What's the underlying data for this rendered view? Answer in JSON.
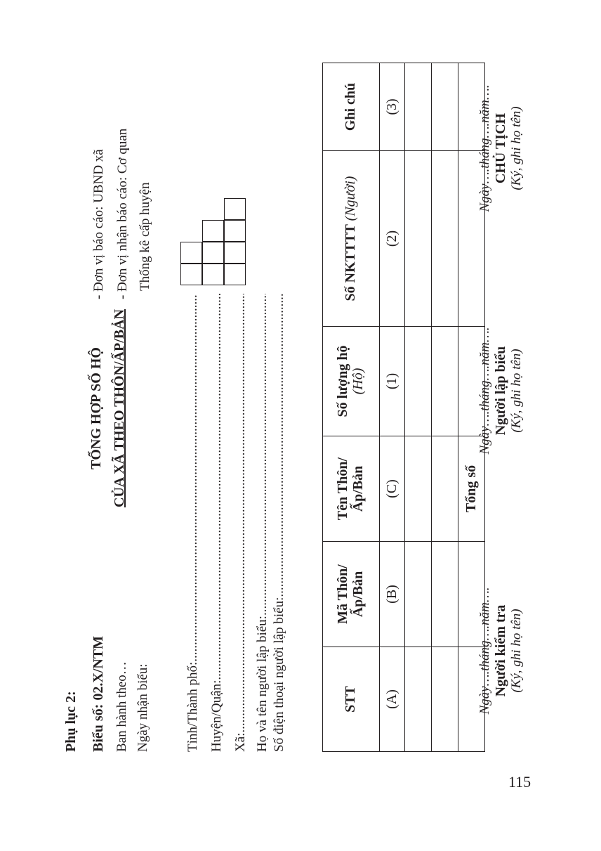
{
  "header": {
    "appendix": "Phụ lục 2:",
    "form_no": "Biểu số: 02.X/NTM",
    "issued": "Ban hành theo…",
    "received": "Ngày nhận biểu:",
    "title_line1": "TỔNG HỢP SỐ HỘ",
    "title_line2": "CỦA XÃ THEO THÔN/ẤP/BẢN",
    "reporting_unit": "- Đơn vị báo cáo: UBND xã",
    "receiving_unit_1": "- Đơn vị nhận báo cáo: Cơ quan",
    "receiving_unit_2": "Thống kê cấp huyện"
  },
  "fields": {
    "province": "Tỉnh/Thành phố:",
    "district": "Huyện/Quận:",
    "commune": "Xã:",
    "preparer": "Họ và tên người lập biểu:",
    "phone": "Số điện thoại người lập biểu:"
  },
  "table": {
    "headers": [
      "STT",
      "Mã Thôn/ Ấp/Bản",
      "Tên Thôn/ Ấp/Bản",
      "Số lượng hộ",
      "Số NKTTTT",
      "Ghi chú"
    ],
    "header_units": [
      "",
      "",
      "",
      "(Hộ)",
      "(Người)",
      ""
    ],
    "index_row": [
      "(A)",
      "(B)",
      "(C)",
      "(1)",
      "(2)",
      "(3)"
    ],
    "total_label": "Tổng số"
  },
  "signatures": [
    {
      "date": "Ngày….tháng….năm….",
      "role": "Người kiểm tra",
      "note": "(Ký, ghi họ tên)"
    },
    {
      "date": "Ngày….tháng….năm….",
      "role": "Người lập biểu",
      "note": "(Ký, ghi họ tên)"
    },
    {
      "date": "Ngày….tháng….năm….",
      "role": "CHỦ TỊCH",
      "note": "(Ký, ghi họ tên)"
    }
  ],
  "page_number": "115"
}
